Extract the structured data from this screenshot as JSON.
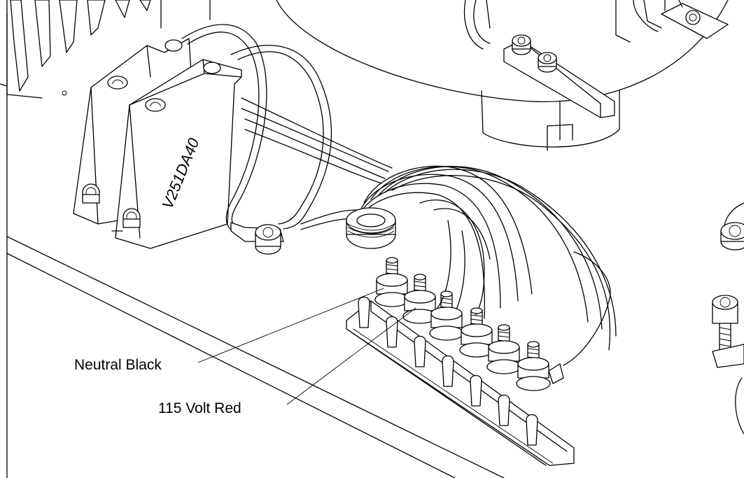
{
  "diagram": {
    "component_marking": "V251DA40",
    "callouts": [
      {
        "id": "neutral",
        "text": "Neutral Black"
      },
      {
        "id": "volt115",
        "text": "115 Volt Red"
      }
    ]
  },
  "colors": {
    "ink": "#000000",
    "paper": "#ffffff"
  }
}
